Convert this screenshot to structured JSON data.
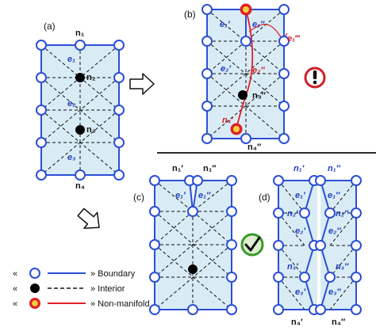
{
  "colors": {
    "fill": "#d9ecf6",
    "edge": "#2b4fd6",
    "dash": "#111111",
    "nonmanifold": "#e0202a",
    "ring": "#f4d23a",
    "label_blue": "#1f3fb8",
    "label_red": "#d01f26",
    "check": "#3a9a2a"
  },
  "panels": {
    "a": "(a)",
    "b": "(b)",
    "c": "(c)",
    "d": "(d)"
  },
  "labels": {
    "a_n1": "n₁",
    "a_n2": "n₂",
    "a_n3": "n₃",
    "a_n4": "n₄",
    "a_e1": "e₁",
    "a_e2": "e₂",
    "a_e3": "e₃",
    "b_e1p": "e₁′",
    "b_e1pp": "e₁″",
    "b_e1ppp": "e₁‴",
    "b_e2p": "e₂′",
    "b_e2pp": "e₂″",
    "b_n3pp": "n₃″",
    "b_n4p": "n₄′",
    "b_n4pp": "n₄″",
    "c_n1p": "n₁′",
    "c_n1pp": "n₁″",
    "c_e1p": "e₁′",
    "c_e1pp": "e₁″",
    "d_n1p": "n₁′",
    "d_n1pp": "n₁″",
    "d_e1p": "e₁′",
    "d_e1pp": "e₁″",
    "d_n2p": "n₂′",
    "d_n2pp": "n₂″",
    "d_e2p": "e₂′",
    "d_e2pp": "e₂″",
    "d_n3p": "n₃′",
    "d_n3pp": "n₃″",
    "d_e3p": "e₃′",
    "d_e3pp": "e₃″",
    "d_n4p": "n₄′",
    "d_n4pp": "n₄″"
  },
  "legend": {
    "items": [
      {
        "open": "«",
        "close": "» Boundary"
      },
      {
        "open": "«",
        "close": "» Interior"
      },
      {
        "open": "«",
        "close": "» Non-manifold"
      }
    ]
  },
  "icons": {
    "warning": "exclamation-icon",
    "ok": "checkmark-icon",
    "arrow_right": "hollow-arrow-right-icon",
    "arrow_down": "hollow-arrow-down-right-icon"
  }
}
